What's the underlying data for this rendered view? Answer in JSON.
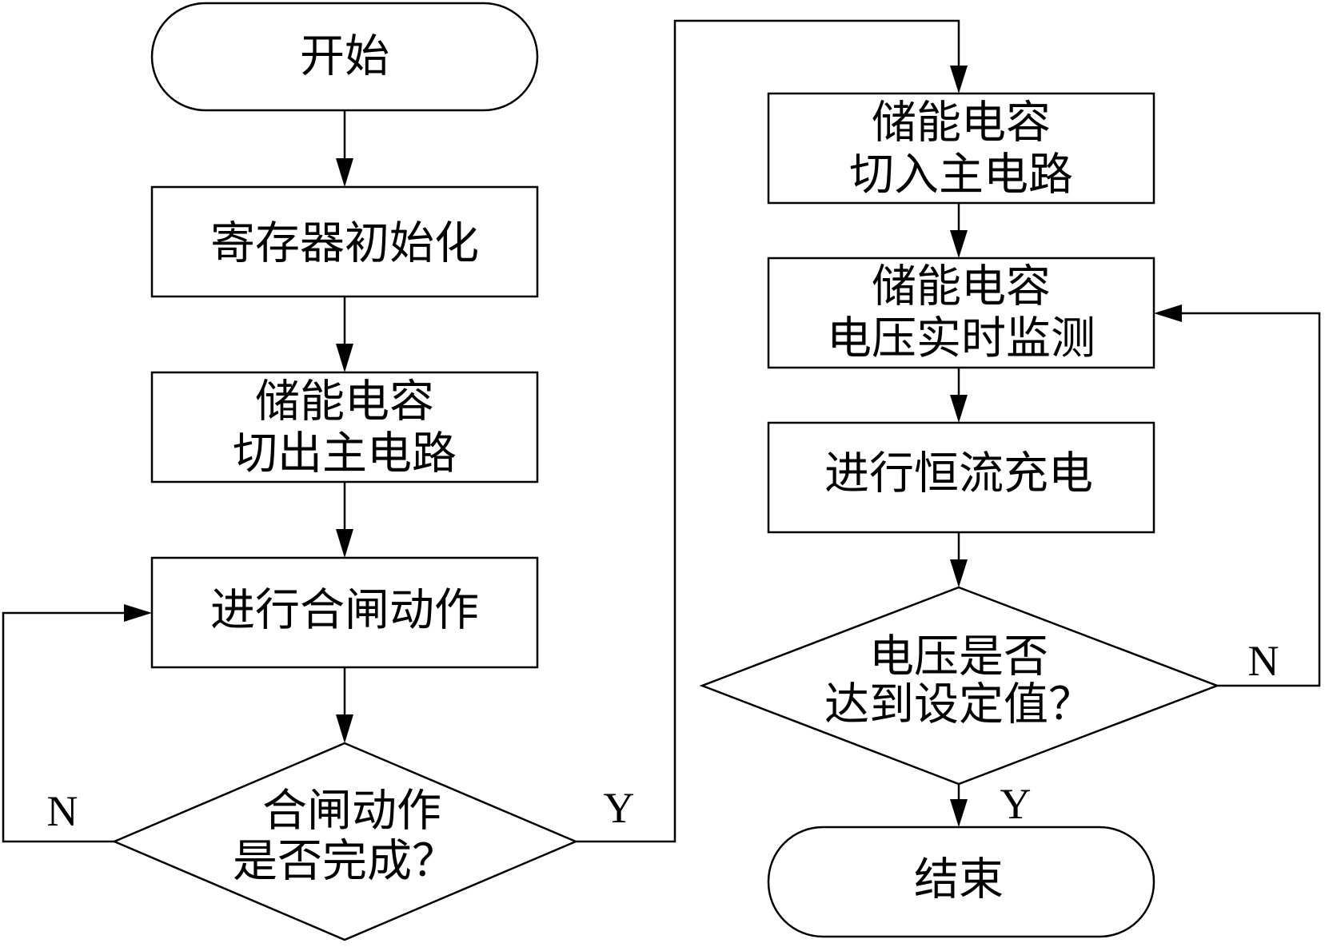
{
  "flowchart": {
    "start": "开始",
    "init_registers": "寄存器初始化",
    "cap_cut_out": [
      "储能电容",
      "切出主电路"
    ],
    "close_action": "进行合闸动作",
    "close_complete_q": [
      "合闸动作",
      "是否完成？"
    ],
    "cap_cut_in": [
      "储能电容",
      "切入主电路"
    ],
    "cap_voltage_monitor": [
      "储能电容",
      "电压实时监测"
    ],
    "const_current_charge": "进行恒流充电",
    "voltage_reached_q": [
      "电压是否",
      "达到设定值？"
    ],
    "end": "结束",
    "labels": {
      "yes": "Y",
      "no": "N"
    }
  },
  "colors": {
    "stroke": "#000000",
    "background": "#ffffff"
  }
}
